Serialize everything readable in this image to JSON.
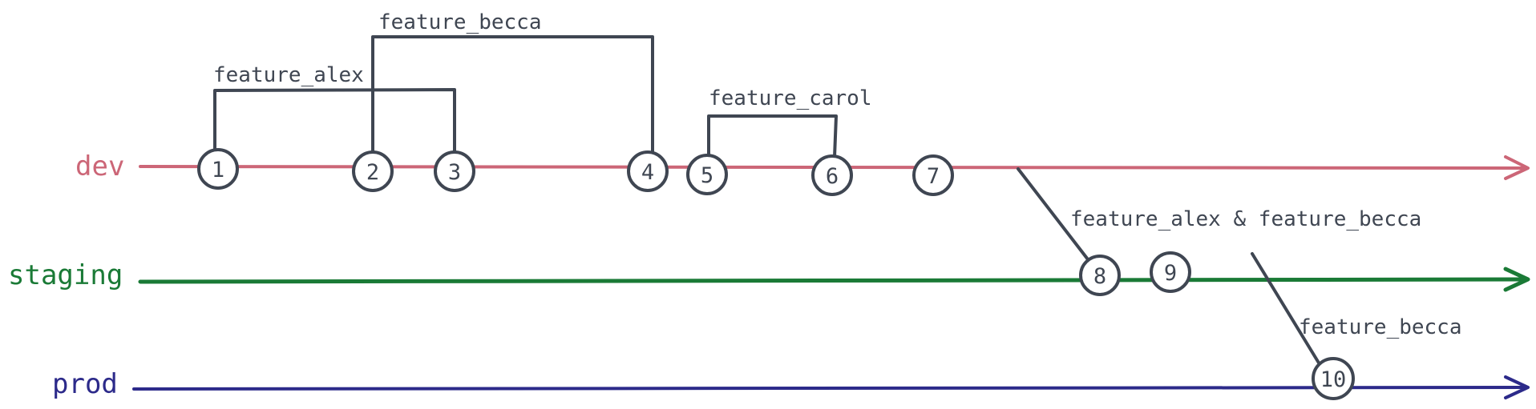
{
  "colors": {
    "dev": "#cc6677",
    "staging": "#1a7a36",
    "prod": "#2c2a8a",
    "ink": "#3f4652"
  },
  "branches": {
    "dev": "dev",
    "staging": "staging",
    "prod": "prod"
  },
  "commits": [
    "1",
    "2",
    "3",
    "4",
    "5",
    "6",
    "7",
    "8",
    "9",
    "10"
  ],
  "features": {
    "alex": "feature_alex",
    "becca": "feature_becca",
    "carol": "feature_carol"
  },
  "merges": {
    "to_staging": "feature_alex & feature_becca",
    "to_prod": "feature_becca"
  }
}
